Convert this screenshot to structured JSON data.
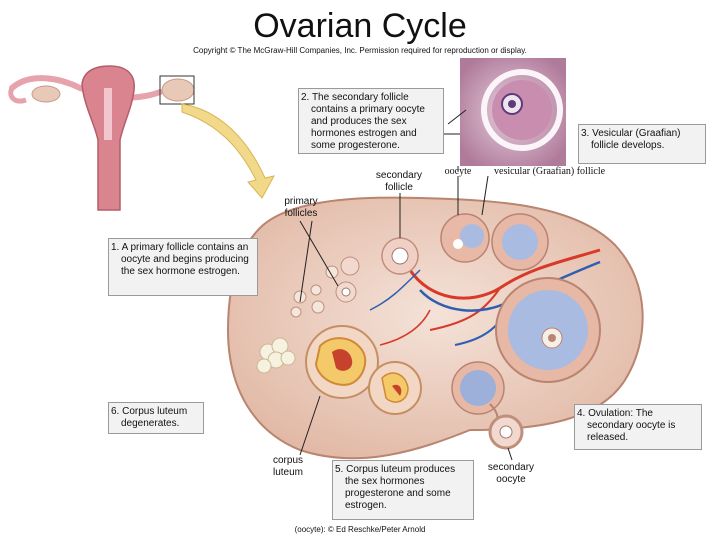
{
  "title": "Ovarian Cycle",
  "copyright": "Copyright © The McGraw-Hill Companies, Inc. Permission required for reproduction or display.",
  "steps": {
    "step1": "1. A primary follicle contains an oocyte and begins producing the sex hormone estrogen.",
    "step2": "2. The secondary follicle contains a primary oocyte and produces the sex hormones estrogen and some progesterone.",
    "step3": "3. Vesicular (Graafian) follicle develops.",
    "step4": "4. Ovulation: The secondary oocyte is released.",
    "step5": "5. Corpus luteum produces the sex hormones progesterone and some estrogen.",
    "step6": "6. Corpus luteum degenerates."
  },
  "labels": {
    "primary_follicles": "primary follicles",
    "secondary_follicle": "secondary follicle",
    "oocyte": "oocyte",
    "vesicular_follicle": "vesicular (Graafian) follicle",
    "corpus_luteum": "corpus luteum",
    "secondary_oocyte": "secondary oocyte"
  },
  "photo_credit": "(oocyte): © Ed Reschke/Peter Arnold"
}
